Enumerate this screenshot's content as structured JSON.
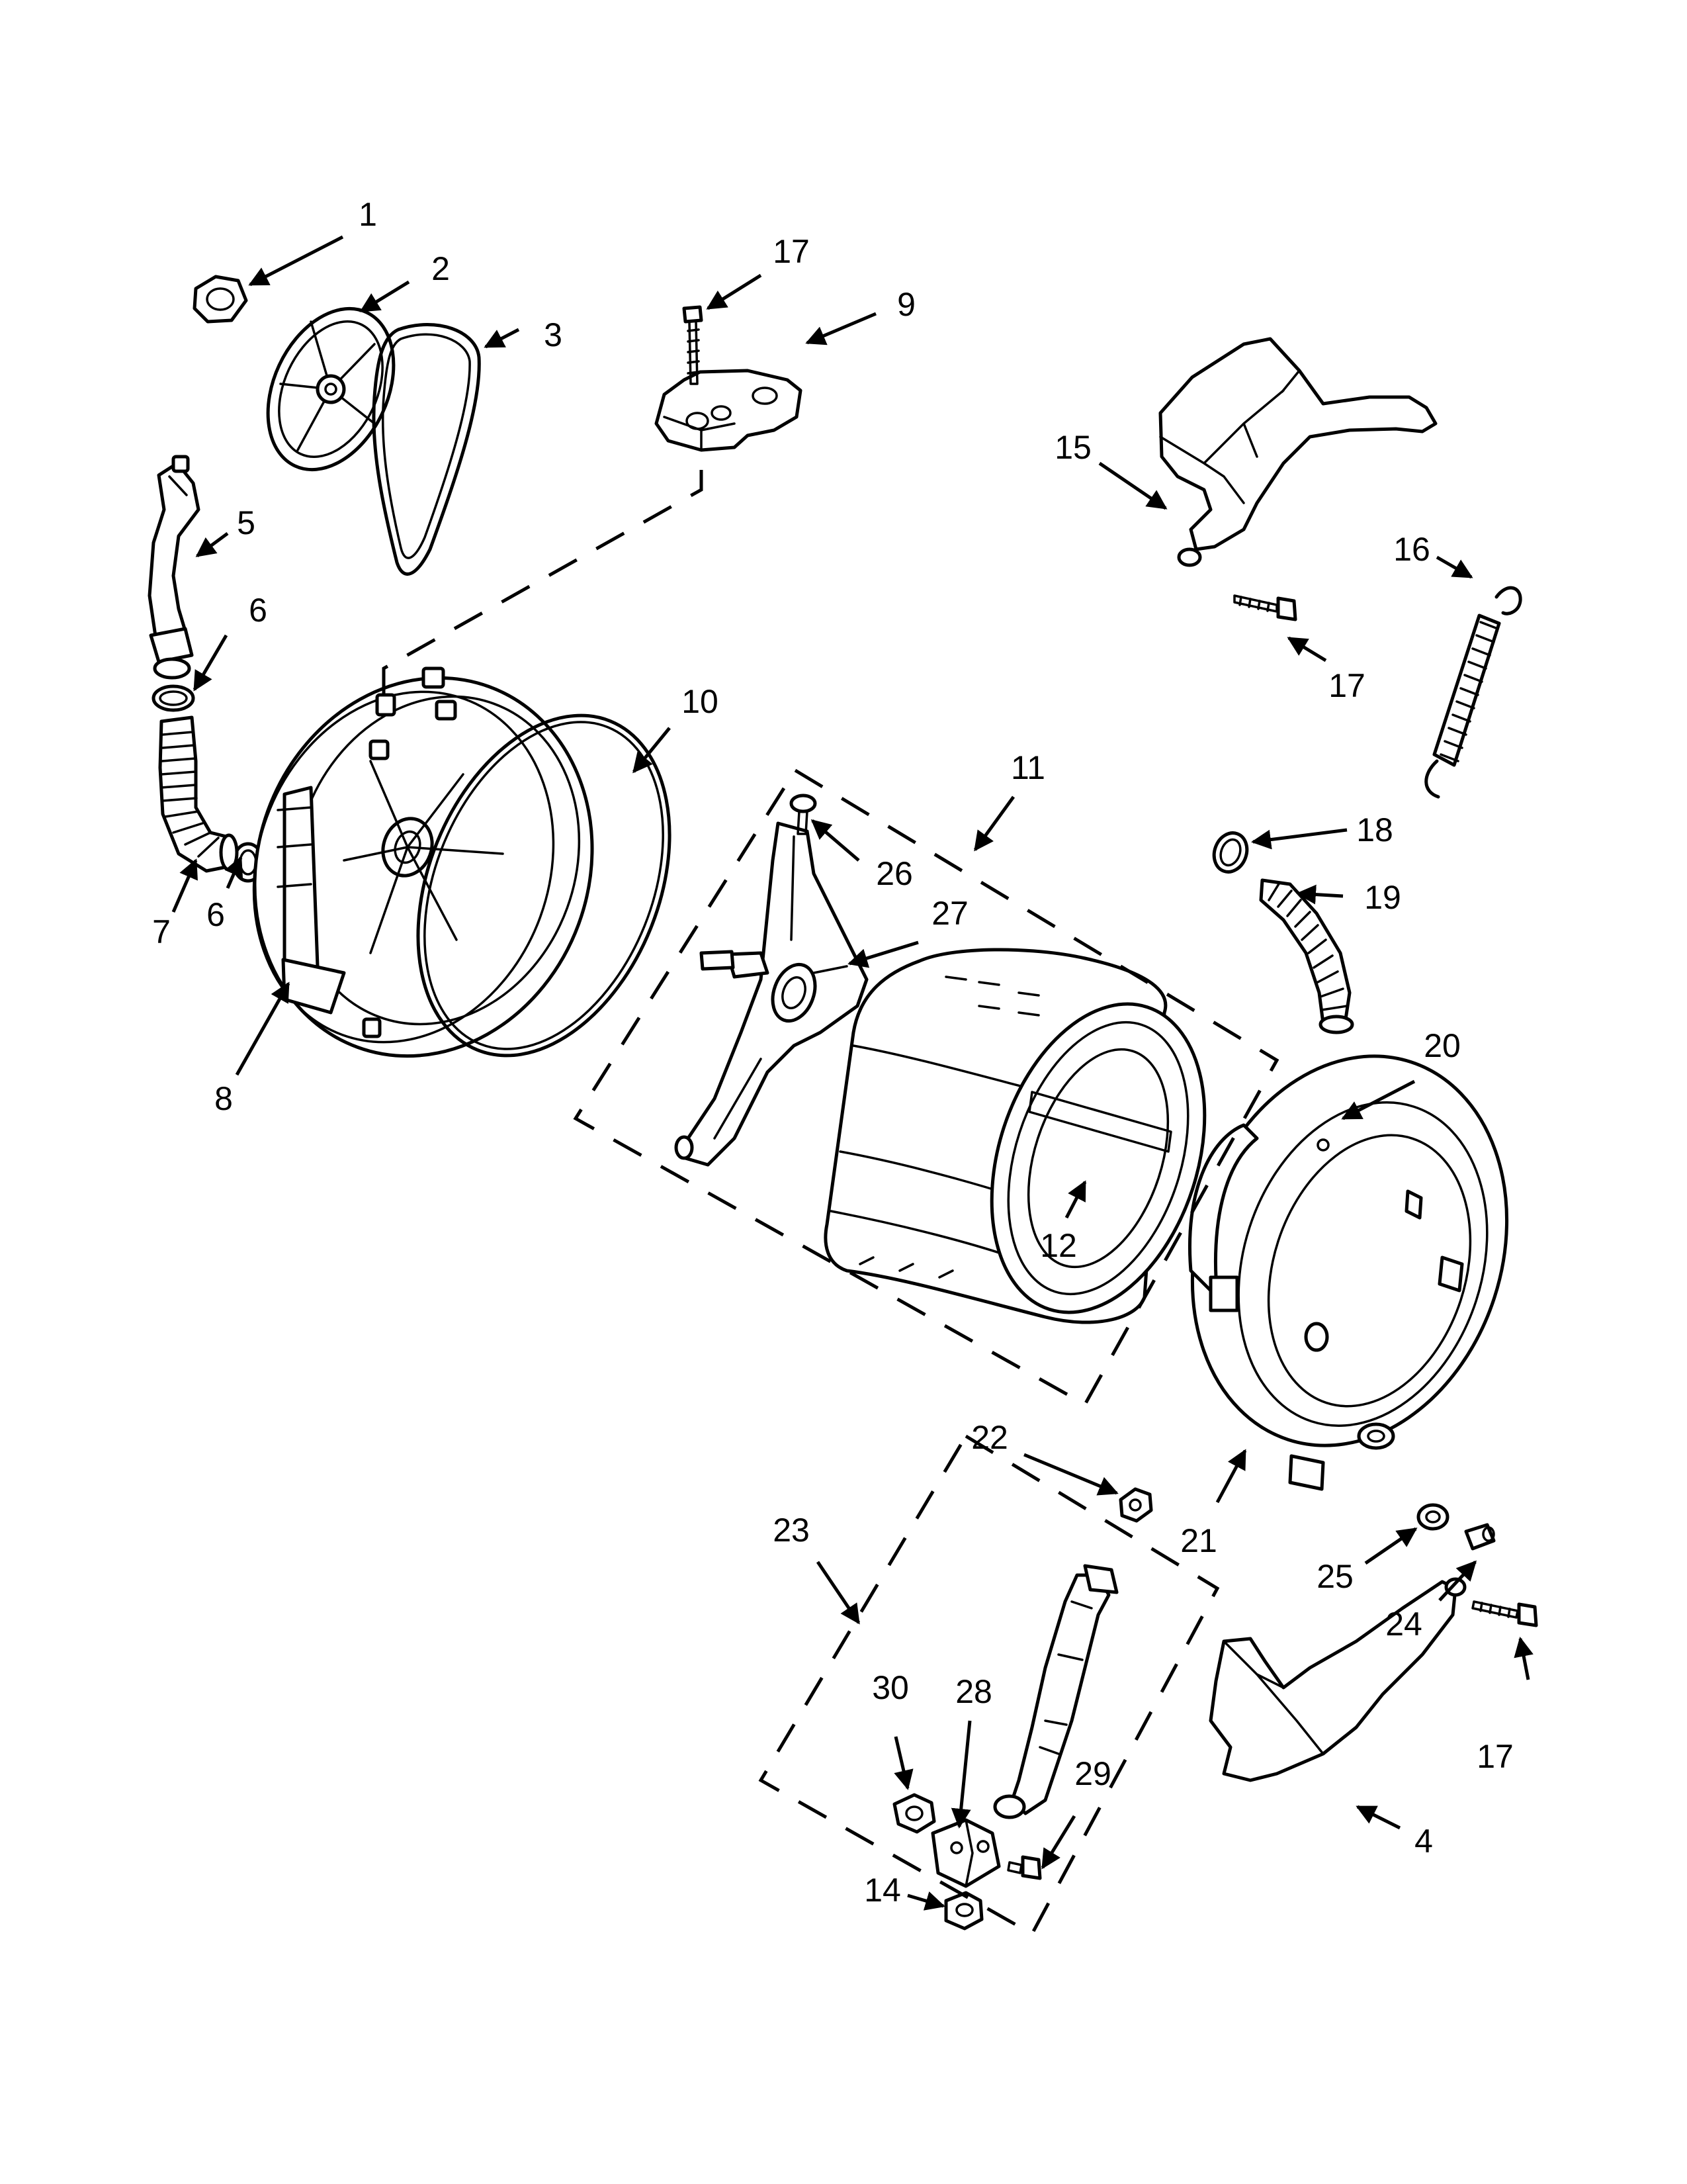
{
  "callouts": [
    {
      "id": "c1",
      "text": "1"
    },
    {
      "id": "c2",
      "text": "2"
    },
    {
      "id": "c3",
      "text": "3"
    },
    {
      "id": "c4",
      "text": "4"
    },
    {
      "id": "c5",
      "text": "5"
    },
    {
      "id": "c6a",
      "text": "6"
    },
    {
      "id": "c6b",
      "text": "6"
    },
    {
      "id": "c7",
      "text": "7"
    },
    {
      "id": "c8",
      "text": "8"
    },
    {
      "id": "c9",
      "text": "9"
    },
    {
      "id": "c10",
      "text": "10"
    },
    {
      "id": "c11",
      "text": "11"
    },
    {
      "id": "c12",
      "text": "12"
    },
    {
      "id": "c14",
      "text": "14"
    },
    {
      "id": "c15",
      "text": "15"
    },
    {
      "id": "c16",
      "text": "16"
    },
    {
      "id": "c17a",
      "text": "17"
    },
    {
      "id": "c17b",
      "text": "17"
    },
    {
      "id": "c17c",
      "text": "17"
    },
    {
      "id": "c18",
      "text": "18"
    },
    {
      "id": "c19",
      "text": "19"
    },
    {
      "id": "c20",
      "text": "20"
    },
    {
      "id": "c21",
      "text": "21"
    },
    {
      "id": "c22",
      "text": "22"
    },
    {
      "id": "c23",
      "text": "23"
    },
    {
      "id": "c24",
      "text": "24"
    },
    {
      "id": "c25",
      "text": "25"
    },
    {
      "id": "c26",
      "text": "26"
    },
    {
      "id": "c27",
      "text": "27"
    },
    {
      "id": "c28",
      "text": "28"
    },
    {
      "id": "c29",
      "text": "29"
    },
    {
      "id": "c30",
      "text": "30"
    }
  ]
}
